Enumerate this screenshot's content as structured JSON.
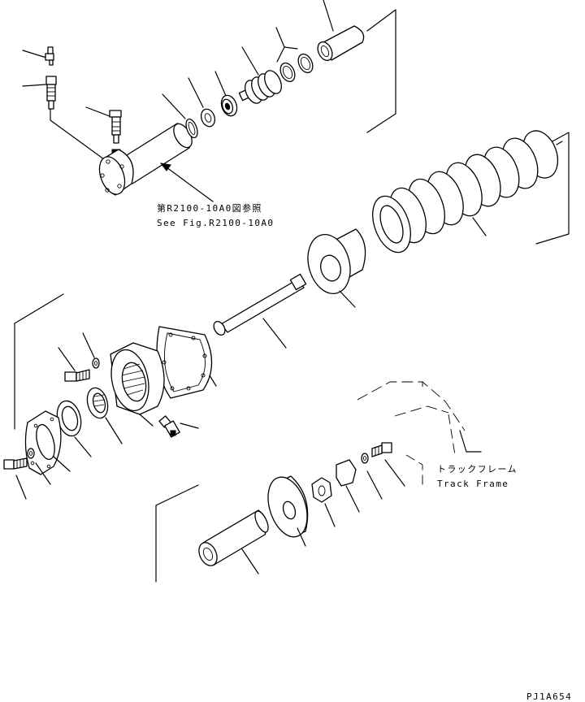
{
  "references": {
    "fig_ref_jp": "第R2100-10A0図参照",
    "fig_ref_en": "See Fig.R2100-10A0"
  },
  "labels": {
    "track_frame_jp": "トラックフレーム",
    "track_frame_en": "Track Frame"
  },
  "drawing_code": "PJ1A654"
}
